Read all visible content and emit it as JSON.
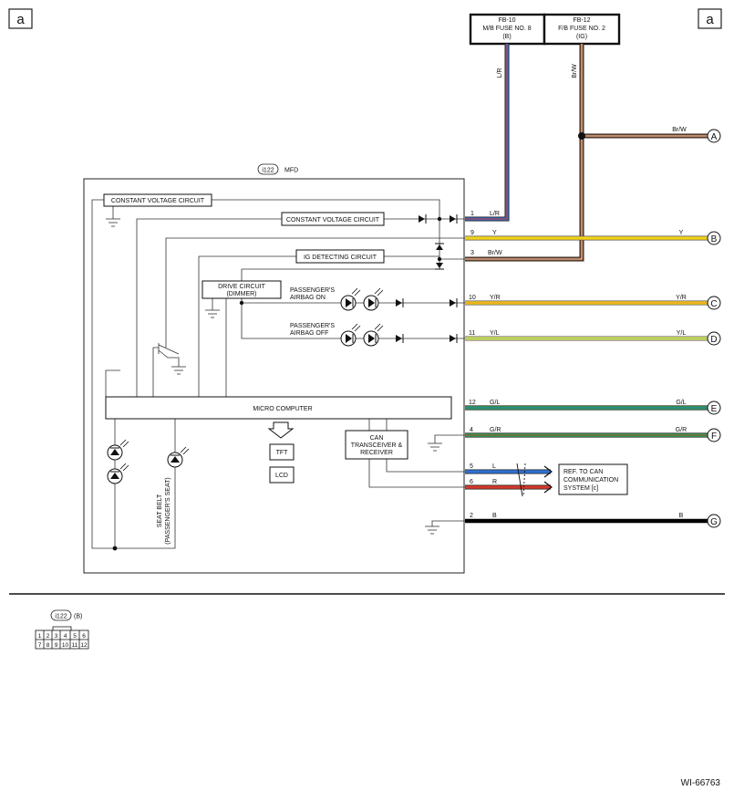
{
  "corner_tags": {
    "left": "a",
    "right": "a"
  },
  "fuse_boxes": [
    {
      "line1": "FB-10",
      "line2": "M/B FUSE NO. 8",
      "line3": "(B)"
    },
    {
      "line1": "FB-12",
      "line2": "F/B FUSE NO. 2",
      "line3": "(IG)"
    }
  ],
  "fuse_wire_colors": {
    "fb10": "L/R",
    "fb12": "Br/W"
  },
  "connector": {
    "id": "i122",
    "name": "MFD",
    "legend_id": "i122",
    "legend_sub": "(B)"
  },
  "blocks": {
    "cvc1": "CONSTANT VOLTAGE CIRCUIT",
    "cvc2": "CONSTANT VOLTAGE CIRCUIT",
    "ig": "IG DETECTING CIRCUIT",
    "drive_line1": "DRIVE CIRCUIT",
    "drive_line2": "(DIMMER)",
    "micro": "MICRO COMPUTER",
    "can_line1": "CAN",
    "can_line2": "TRANSCEIVER &",
    "can_line3": "RECEIVER",
    "tft": "TFT",
    "lcd": "LCD"
  },
  "indicators": {
    "on_line1": "PASSENGER'S",
    "on_line2": "AIRBAG ON",
    "off_line1": "PASSENGER'S",
    "off_line2": "AIRBAG OFF",
    "seatbelt_line1": "SEAT BELT",
    "seatbelt_line2": "(PASSENGER'S SEAT)"
  },
  "pins": [
    {
      "pin": "1",
      "color": "L/R",
      "right": ""
    },
    {
      "pin": "9",
      "color": "Y",
      "right": "Y"
    },
    {
      "pin": "3",
      "color": "Br/W",
      "right": ""
    },
    {
      "pin": "10",
      "color": "Y/R",
      "right": "Y/R"
    },
    {
      "pin": "11",
      "color": "Y/L",
      "right": "Y/L"
    },
    {
      "pin": "12",
      "color": "G/L",
      "right": "G/L"
    },
    {
      "pin": "4",
      "color": "G/R",
      "right": "G/R"
    },
    {
      "pin": "5",
      "color": "L",
      "right": ""
    },
    {
      "pin": "6",
      "color": "R",
      "right": ""
    },
    {
      "pin": "2",
      "color": "B",
      "right": "B"
    }
  ],
  "brw_branch_label": "Br/W",
  "terminals": [
    "A",
    "B",
    "C",
    "D",
    "E",
    "F",
    "G"
  ],
  "can_ref": {
    "line1": "REF. TO CAN",
    "line2": "COMMUNICATION",
    "line3": "SYSTEM [c]"
  },
  "connector_grid": [
    [
      "1",
      "2",
      "3",
      "4",
      "5",
      "6"
    ],
    [
      "7",
      "8",
      "9",
      "10",
      "11",
      "12"
    ]
  ],
  "figure_id": "WI-66763",
  "wire_colors": {
    "blue": "#2f6fd0",
    "red": "#d0392b",
    "brown": "#8a4a22",
    "yellow": "#f2d21b",
    "orange": "#f0a020",
    "green": "#2e9a52",
    "light_green": "#8ccf5a",
    "black": "#000000"
  }
}
